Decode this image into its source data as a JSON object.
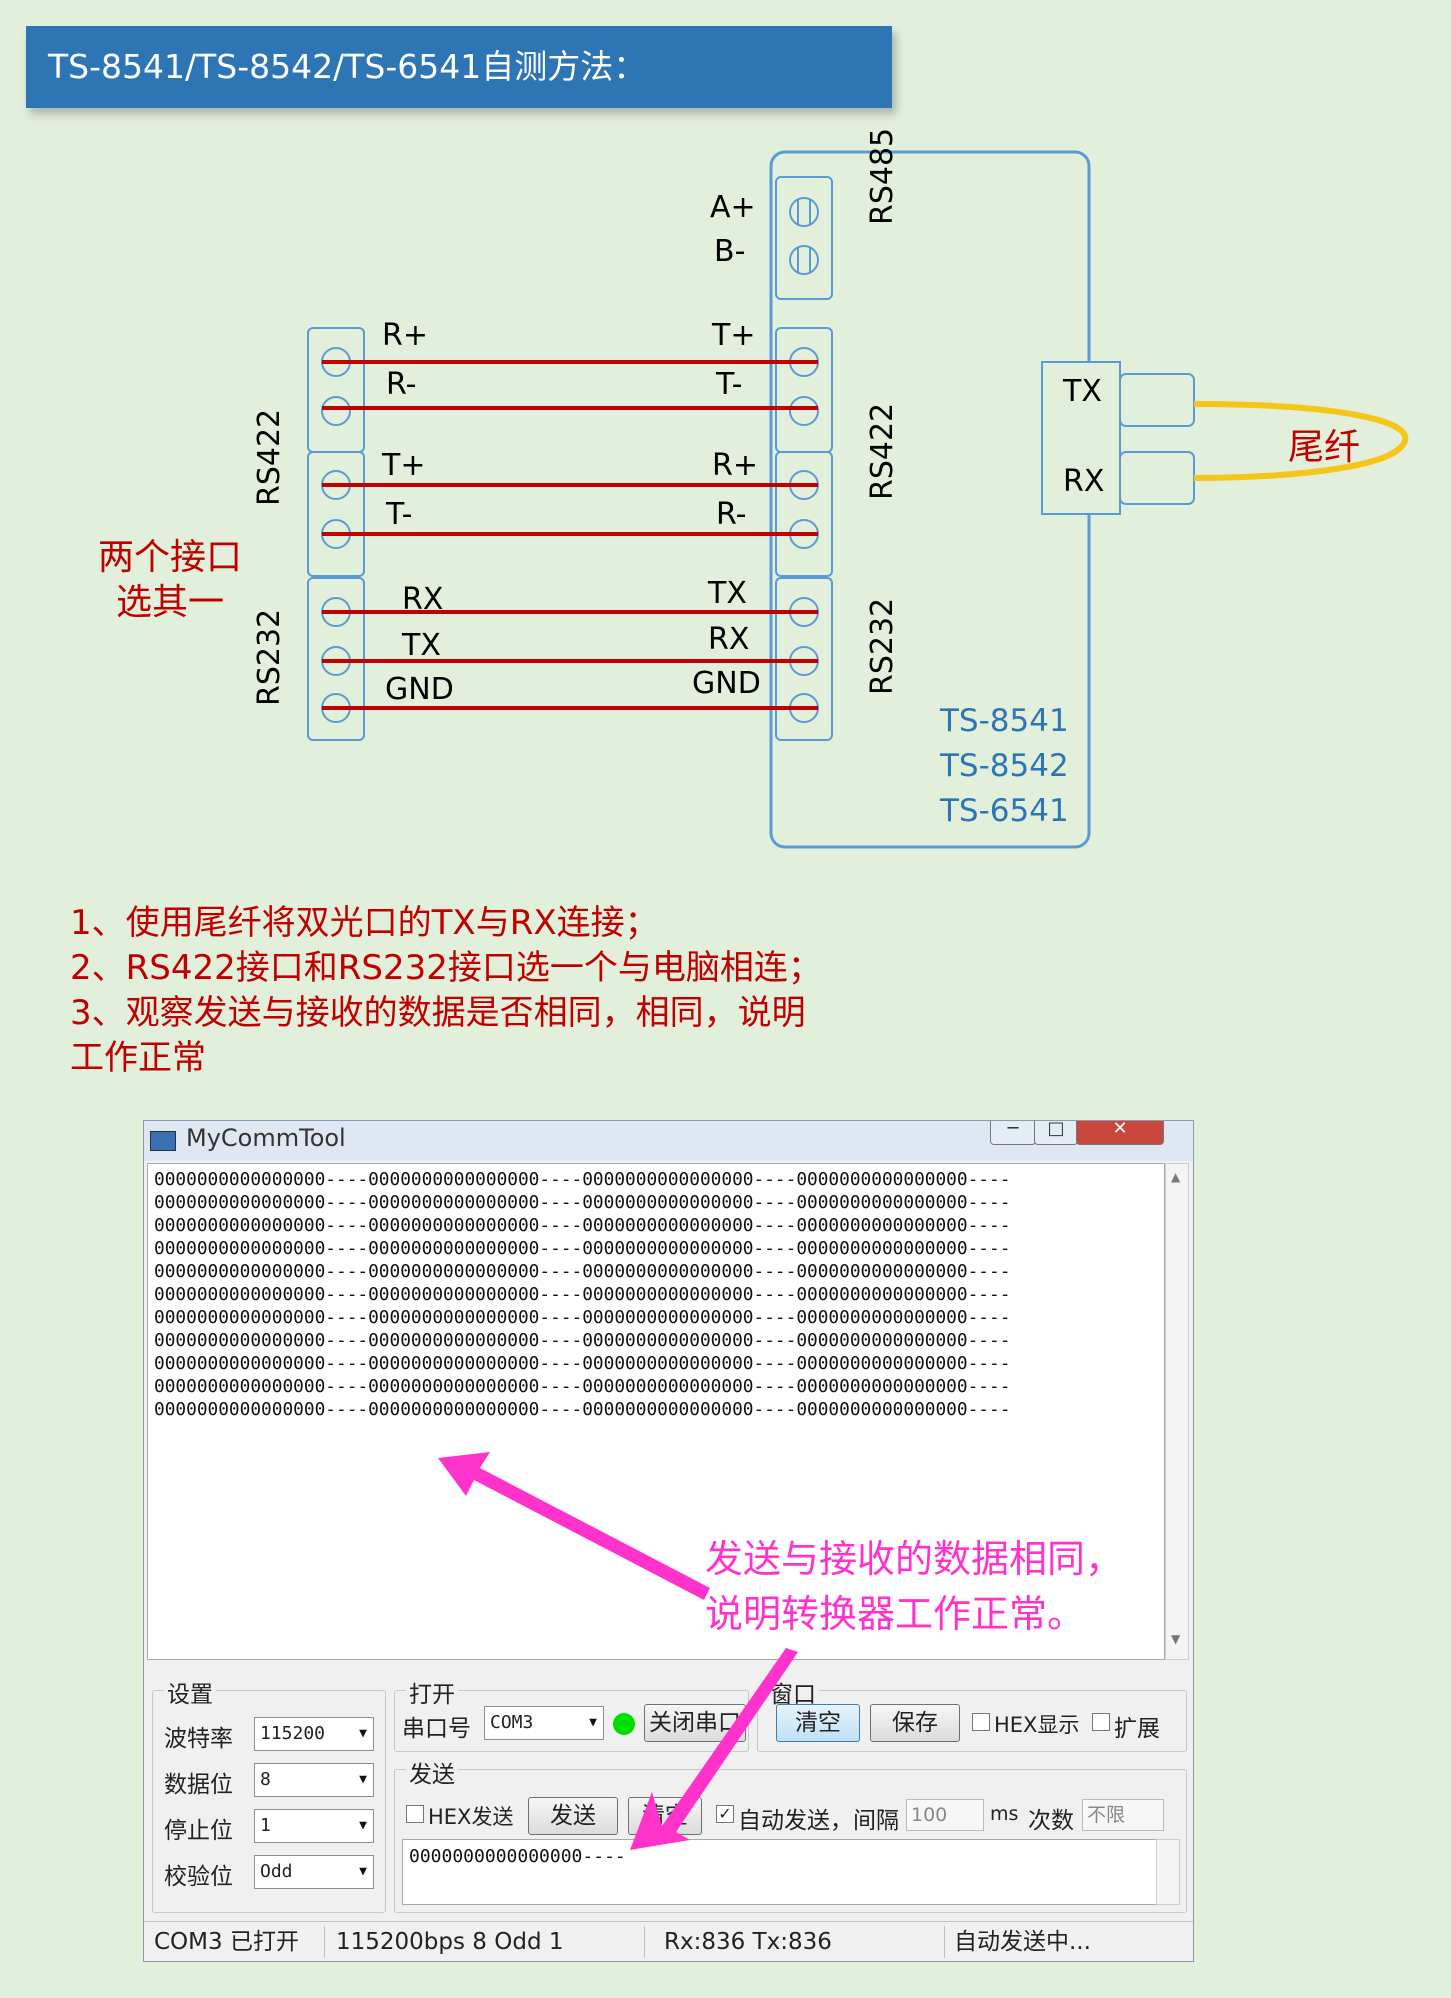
{
  "title": "TS-8541/TS-8542/TS-6541自测方法：",
  "diagram": {
    "converter": {
      "rs485_label": "RS485",
      "rs485_pins": [
        "A+",
        "B-"
      ],
      "rs422_label": "RS422",
      "rs422_pins": [
        "T+",
        "T-",
        "R+",
        "R-"
      ],
      "rs232_label": "RS232",
      "rs232_pins": [
        "TX",
        "RX",
        "GND"
      ],
      "models": [
        "TS-8541",
        "TS-8542",
        "TS-6541"
      ],
      "fiber_ports": [
        "TX",
        "RX"
      ]
    },
    "pc_side": {
      "rs422_label": "RS422",
      "rs422_pins": [
        "R+",
        "R-",
        "T+",
        "T-"
      ],
      "rs232_label": "RS232",
      "rs232_pins": [
        "RX",
        "TX",
        "GND"
      ],
      "note_line1": "两个接口",
      "note_line2": "选其一"
    },
    "fiber_label": "尾纤",
    "colors": {
      "wire": "#c00000",
      "fiber": "#f5c518",
      "outline": "#5b9bd5",
      "model_text": "#2e75b6"
    }
  },
  "instructions": [
    "1、使用尾纤将双光口的TX与RX连接；",
    "2、RS422接口和RS232接口选一个与电脑相连；",
    "3、观察发送与接收的数据是否相同，相同，说明",
    "工作正常"
  ],
  "tool": {
    "window_title": "MyCommTool",
    "window_buttons": [
      "─",
      "□",
      "✕"
    ],
    "received_lines": [
      "0000000000000000----0000000000000000----0000000000000000----0000000000000000----",
      "0000000000000000----0000000000000000----0000000000000000----0000000000000000----",
      "0000000000000000----0000000000000000----0000000000000000----0000000000000000----",
      "0000000000000000----0000000000000000----0000000000000000----0000000000000000----",
      "0000000000000000----0000000000000000----0000000000000000----0000000000000000----",
      "0000000000000000----0000000000000000----0000000000000000----0000000000000000----",
      "0000000000000000----0000000000000000----0000000000000000----0000000000000000----",
      "0000000000000000----0000000000000000----0000000000000000----0000000000000000----",
      "0000000000000000----0000000000000000----0000000000000000----0000000000000000----",
      "0000000000000000----0000000000000000----0000000000000000----0000000000000000----",
      "0000000000000000----0000000000000000----0000000000000000----0000000000000000----"
    ],
    "annotation": [
      "发送与接收的数据相同，",
      "说明转换器工作正常。"
    ],
    "annotation_color": "#ff33cc",
    "settings": {
      "group": "设置",
      "baud_label": "波特率",
      "baud": "115200",
      "data_label": "数据位",
      "data": "8",
      "stop_label": "停止位",
      "stop": "1",
      "parity_label": "校验位",
      "parity": "Odd"
    },
    "open": {
      "group": "打开",
      "port_label": "串口号",
      "port": "COM3",
      "close_button": "关闭串口",
      "status_color": "#00dd00"
    },
    "window_group": {
      "group": "窗口",
      "clear": "清空",
      "save": "保存",
      "hex_display": "HEX显示",
      "expand": "扩展"
    },
    "send": {
      "group": "发送",
      "hex_send": "HEX发送",
      "send_button": "发送",
      "clear_button": "清空",
      "auto_send": "自动发送，间隔",
      "auto_send_checked": true,
      "interval": "100",
      "unit": "ms",
      "count_label": "次数",
      "count": "不限",
      "input": "0000000000000000----"
    },
    "status": {
      "port": "COM3 已打开",
      "params": "115200bps  8  Odd  1",
      "counts": "Rx:836  Tx:836",
      "state": "自动发送中..."
    }
  }
}
